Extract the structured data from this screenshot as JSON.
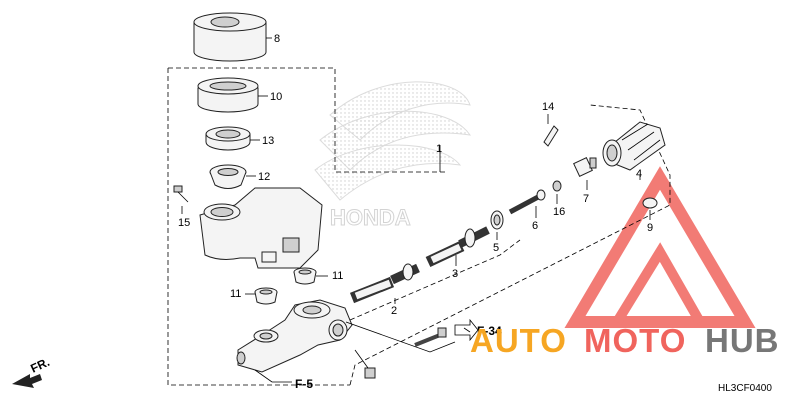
{
  "parts": {
    "p1": "1",
    "p2": "2",
    "p3": "3",
    "p4": "4",
    "p5": "5",
    "p6": "6",
    "p7": "7",
    "p8": "8",
    "p9": "9",
    "p10": "10",
    "p11a": "11",
    "p11b": "11",
    "p12": "12",
    "p13": "13",
    "p14": "14",
    "p15": "15",
    "p16": "16"
  },
  "refs": {
    "f34": "F-34",
    "f5": "F-5",
    "fr": "FR."
  },
  "watermark": {
    "auto": "AUTO",
    "moto": "MOTO",
    "hub": "HUB",
    "logo_text": "HONDA"
  },
  "diagram_code": "HL3CF0400",
  "colors": {
    "watermark_red": "#f0645d",
    "watermark_orange": "#f6a623",
    "watermark_gray": "#777777"
  }
}
